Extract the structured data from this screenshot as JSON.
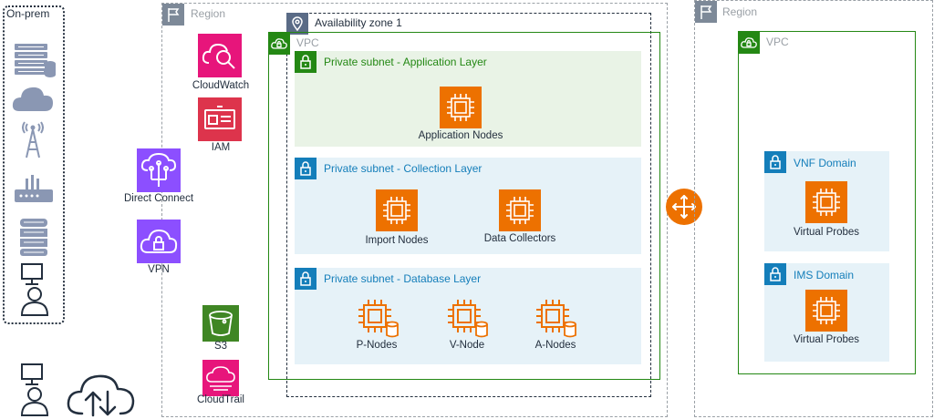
{
  "onprem": {
    "label": "On-prem"
  },
  "region_left": {
    "label": "Region"
  },
  "region_right": {
    "label": "Region"
  },
  "az": {
    "label": "Availability zone 1"
  },
  "vpc_left": {
    "label": "VPC"
  },
  "vpc_right": {
    "label": "VPC"
  },
  "subnets": {
    "app": {
      "label": "Private subnet - Application Layer"
    },
    "collection": {
      "label": "Private subnet - Collection Layer"
    },
    "database": {
      "label": "Private subnet - Database Layer"
    }
  },
  "domains": {
    "vnf": {
      "label": "VNF Domain"
    },
    "ims": {
      "label": "IMS Domain"
    }
  },
  "services": {
    "cloudwatch": "CloudWatch",
    "iam": "IAM",
    "direct_connect": "Direct Connect",
    "vpn": "VPN",
    "s3": "S3",
    "cloudtrail": "CloudTrail"
  },
  "nodes": {
    "application": "Application Nodes",
    "import": "Import Nodes",
    "collectors": "Data Collectors",
    "p": "P-Nodes",
    "v": "V-Node",
    "a": "A-Nodes",
    "vnf_probes": "Virtual Probes",
    "ims_probes": "Virtual Probes"
  },
  "colors": {
    "management": "#e7157b",
    "security": "#dd344c",
    "networking": "#8c4fff",
    "storage": "#3f8624",
    "compute": "#ed7100",
    "vpc_border": "#248814",
    "subnet_green_fill": "#e9f3e6",
    "subnet_blue_fill": "#e6f2f8"
  }
}
